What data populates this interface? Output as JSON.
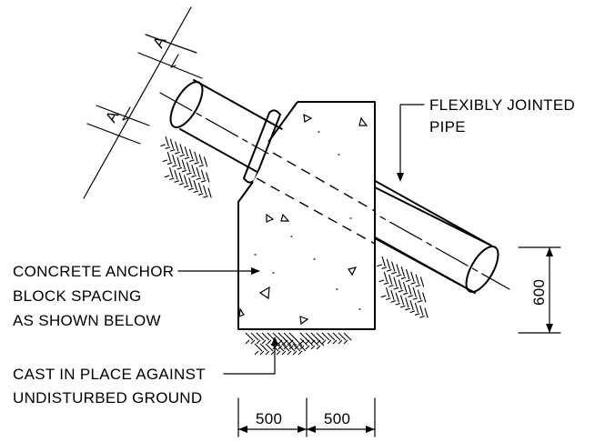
{
  "labels": {
    "flex_pipe_1": "FLEXIBLY JOINTED",
    "flex_pipe_2": "PIPE",
    "anchor_1": "CONCRETE ANCHOR",
    "anchor_2": "BLOCK  SPACING",
    "anchor_3": "AS SHOWN BELOW",
    "ground_1": "CAST IN PLACE AGAINST",
    "ground_2": "UNDISTURBED GROUND"
  },
  "dimensions": {
    "a_top": "A",
    "a_bottom": "A",
    "height": "600",
    "width_left": "500",
    "width_right": "500"
  }
}
